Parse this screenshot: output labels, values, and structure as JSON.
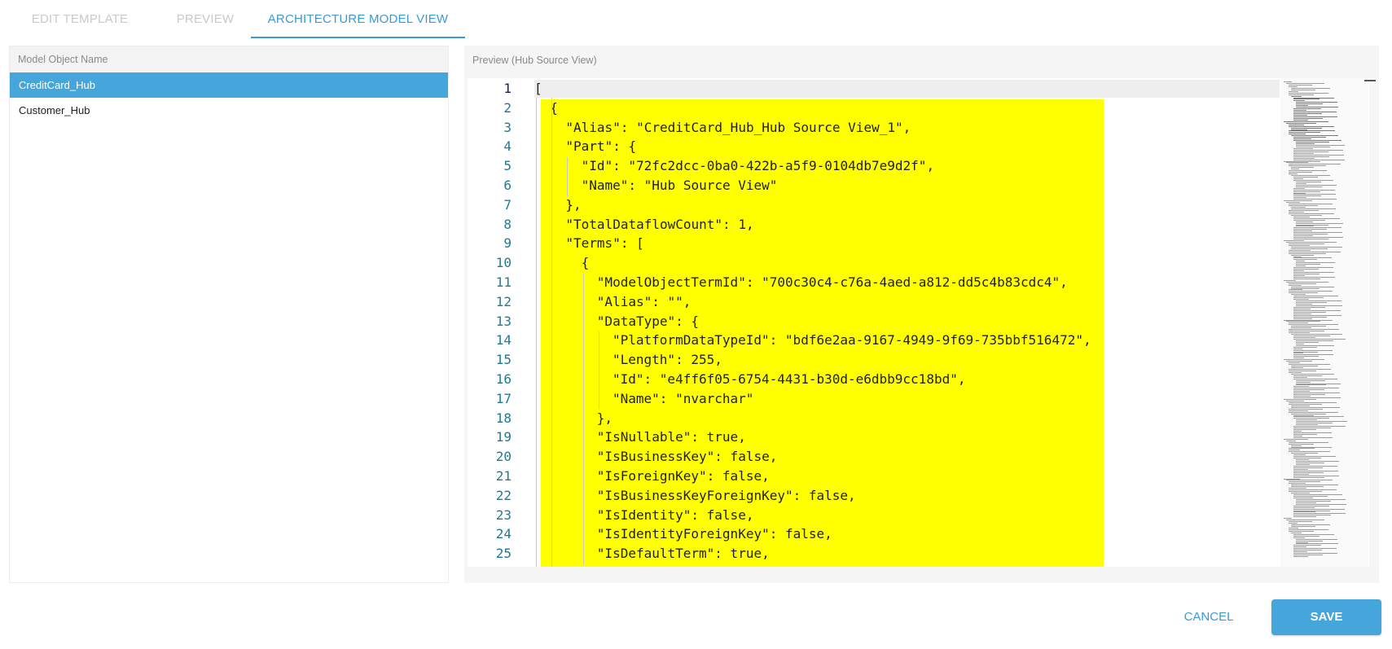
{
  "tabs": [
    {
      "label": "EDIT TEMPLATE",
      "active": false
    },
    {
      "label": "PREVIEW",
      "active": false
    },
    {
      "label": "ARCHITECTURE MODEL VIEW",
      "active": true
    }
  ],
  "left_panel": {
    "header": "Model Object Name",
    "items": [
      {
        "label": "CreditCard_Hub",
        "selected": true
      },
      {
        "label": "Customer_Hub",
        "selected": false
      }
    ]
  },
  "right_panel": {
    "header": "Preview (Hub Source View)",
    "editor": {
      "highlight_color": "#ffff00",
      "lines": [
        {
          "n": "1",
          "indent": 0,
          "text": "["
        },
        {
          "n": "2",
          "indent": 1,
          "text": "{"
        },
        {
          "n": "3",
          "indent": 2,
          "text": "\"Alias\": \"CreditCard_Hub_Hub Source View_1\","
        },
        {
          "n": "4",
          "indent": 2,
          "text": "\"Part\": {"
        },
        {
          "n": "5",
          "indent": 3,
          "text": "\"Id\": \"72fc2dcc-0ba0-422b-a5f9-0104db7e9d2f\","
        },
        {
          "n": "6",
          "indent": 3,
          "text": "\"Name\": \"Hub Source View\""
        },
        {
          "n": "7",
          "indent": 2,
          "text": "},"
        },
        {
          "n": "8",
          "indent": 2,
          "text": "\"TotalDataflowCount\": 1,"
        },
        {
          "n": "9",
          "indent": 2,
          "text": "\"Terms\": ["
        },
        {
          "n": "10",
          "indent": 3,
          "text": "{"
        },
        {
          "n": "11",
          "indent": 4,
          "text": "\"ModelObjectTermId\": \"700c30c4-c76a-4aed-a812-dd5c4b83cdc4\","
        },
        {
          "n": "12",
          "indent": 4,
          "text": "\"Alias\": \"\","
        },
        {
          "n": "13",
          "indent": 4,
          "text": "\"DataType\": {"
        },
        {
          "n": "14",
          "indent": 5,
          "text": "\"PlatformDataTypeId\": \"bdf6e2aa-9167-4949-9f69-735bbf516472\","
        },
        {
          "n": "15",
          "indent": 5,
          "text": "\"Length\": 255,"
        },
        {
          "n": "16",
          "indent": 5,
          "text": "\"Id\": \"e4ff6f05-6754-4431-b30d-e6dbb9cc18bd\","
        },
        {
          "n": "17",
          "indent": 5,
          "text": "\"Name\": \"nvarchar\""
        },
        {
          "n": "18",
          "indent": 4,
          "text": "},"
        },
        {
          "n": "19",
          "indent": 4,
          "text": "\"IsNullable\": true,"
        },
        {
          "n": "20",
          "indent": 4,
          "text": "\"IsBusinessKey\": false,"
        },
        {
          "n": "21",
          "indent": 4,
          "text": "\"IsForeignKey\": false,"
        },
        {
          "n": "22",
          "indent": 4,
          "text": "\"IsBusinessKeyForeignKey\": false,"
        },
        {
          "n": "23",
          "indent": 4,
          "text": "\"IsIdentity\": false,"
        },
        {
          "n": "24",
          "indent": 4,
          "text": "\"IsIdentityForeignKey\": false,"
        },
        {
          "n": "25",
          "indent": 4,
          "text": "\"IsDefaultTerm\": true,"
        }
      ]
    }
  },
  "footer": {
    "cancel_label": "CANCEL",
    "save_label": "SAVE"
  },
  "colors": {
    "accent": "#3a9ad4",
    "selected_row": "#45a6db",
    "highlight": "#ffff00"
  }
}
